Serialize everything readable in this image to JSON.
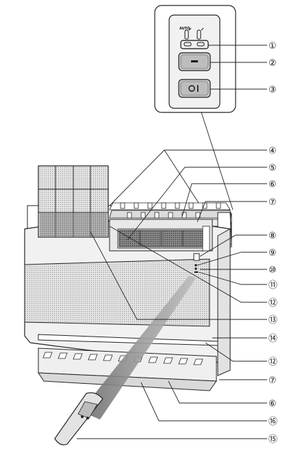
{
  "panel": {
    "auto_label": "AUTO",
    "minus_symbol": "−",
    "onoff_symbol": "O|"
  },
  "callouts": [
    "①",
    "②",
    "③",
    "④",
    "⑤",
    "⑥",
    "⑦",
    "⑧",
    "⑨",
    "⑩",
    "⑪",
    "⑫",
    "⑬",
    "⑭",
    "⑫",
    "⑦",
    "⑥",
    "⑯",
    "⑮"
  ]
}
